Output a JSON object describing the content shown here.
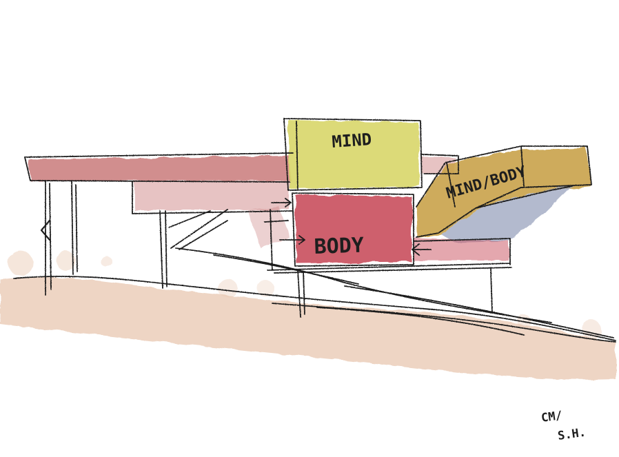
{
  "labels": {
    "mind": "MIND",
    "body": "BODY",
    "mind_body": "MIND/BODY"
  },
  "signature": {
    "line1": "CM/",
    "line2": "S.H."
  },
  "colors": {
    "mind_wash": "#d8d66a",
    "body_wash": "#c9505d",
    "roof_wash": "#c97a7a",
    "ramp_wash": "#c9a24a",
    "ramp_shadow": "#9aa3bd",
    "ground_wash": "#e8c7b0",
    "pencil": "#1e1e1e"
  }
}
